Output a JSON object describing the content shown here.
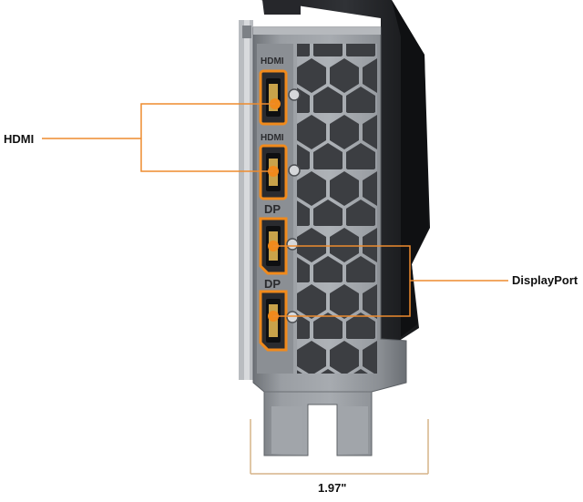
{
  "callouts": {
    "hdmi": "HDMI",
    "displayport": "DisplayPort",
    "width_dimension": "1.97\""
  },
  "port_markings": {
    "hdmi_1": "HDMI",
    "hdmi_2": "HDMI",
    "dp_1": "DP",
    "dp_2": "DP"
  },
  "colors": {
    "callout_line": "#ED8B2E",
    "port_ring": "#F08A1C",
    "bracket_metal": "#8f9398",
    "card_shroud": "#1b1c1f",
    "dimension_line": "#d6b489"
  },
  "icons": {
    "hdmi_port": "hdmi-port-icon",
    "displayport_port": "displayport-port-icon",
    "screw": "screw-icon"
  }
}
